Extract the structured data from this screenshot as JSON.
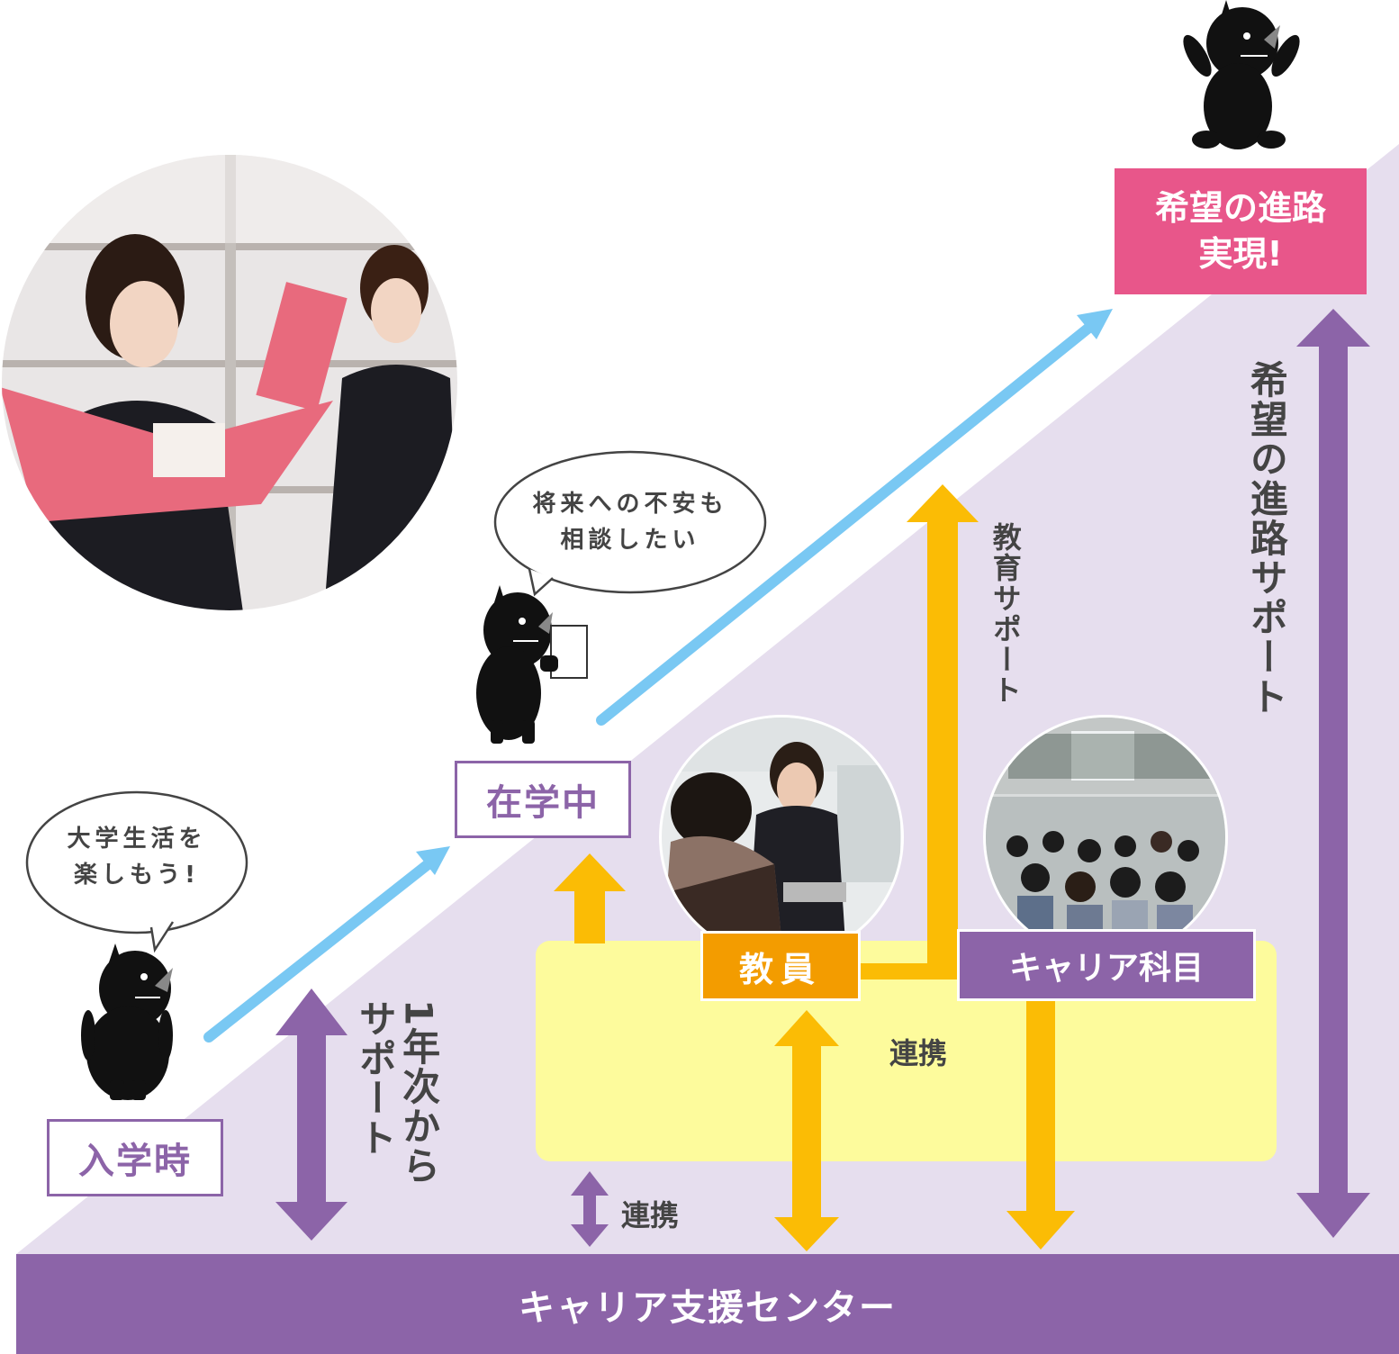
{
  "stages": {
    "entry": "入学時",
    "enrolled": "在学中",
    "goal_line1": "希望の進路",
    "goal_line2": "実現!"
  },
  "bubbles": {
    "entry_line1": "大学生活を",
    "entry_line2": "楽しもう!",
    "enrolled_line1": "将来への不安も",
    "enrolled_line2": "相談したい"
  },
  "supports": {
    "first_year": "1年次からサポート",
    "education": "教育サポート",
    "career_path": "希望の進路サポート"
  },
  "boxes": {
    "teacher": "教員",
    "career_course": "キャリア科目",
    "center": "キャリア支援センター"
  },
  "links": {
    "collab_upper": "連携",
    "collab_lower": "連携"
  },
  "colors": {
    "purple": "#8c64a8",
    "light_purple": "#e6deee",
    "yellow_area": "#fdfb9c",
    "orange_arrow": "#fbbc05",
    "teacher_orange": "#f39c00",
    "goal_pink": "#e8568a",
    "sky_arrow": "#79c8f3"
  }
}
